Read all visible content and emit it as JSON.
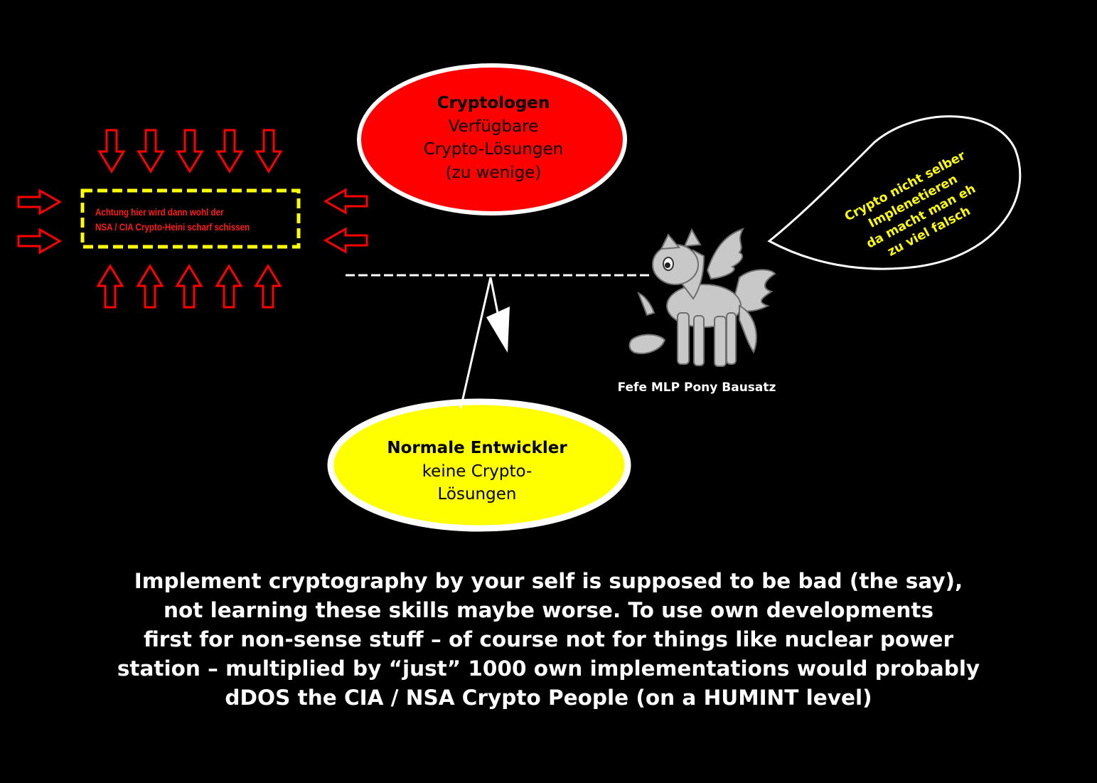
{
  "warning_box": {
    "line1": "Achtung hier wird dann wohl der",
    "line2": "NSA / CIA Crypto-Heini scharf schissen"
  },
  "cryptologen": {
    "title": "Cryptologen",
    "line1": "Verfügbare",
    "line2": "Crypto-Lösungen",
    "line3": "(zu wenige)"
  },
  "developers": {
    "title": "Normale Entwickler",
    "line1": "keine Crypto-",
    "line2": "Lösungen"
  },
  "speech_bubble": {
    "line1": "Crypto nicht selber",
    "line2": "Implenetieren",
    "line3": "da macht man eh",
    "line4": "zu viel falsch"
  },
  "pony": {
    "caption": "Fefe MLP Pony Bausatz",
    "icon": "pony-icon"
  },
  "bottom_text": {
    "line1": "Implement cryptography by your self is supposed to be bad (the say),",
    "line2": "not learning these skills maybe worse. To use own developments",
    "line3": "first for non-sense stuff – of course not for things like nuclear power",
    "line4": "station – multiplied by “just” 1000 own implementations would probably",
    "line5": "dDOS the CIA / NSA Crypto People (on a HUMINT level)"
  },
  "colors": {
    "background": "#000000",
    "arrow_red": "#ff0000",
    "dashed_box": "#ffff00",
    "ellipse_red": "#ff0000",
    "ellipse_yellow": "#ffff00",
    "outline_white": "#ffffff"
  }
}
